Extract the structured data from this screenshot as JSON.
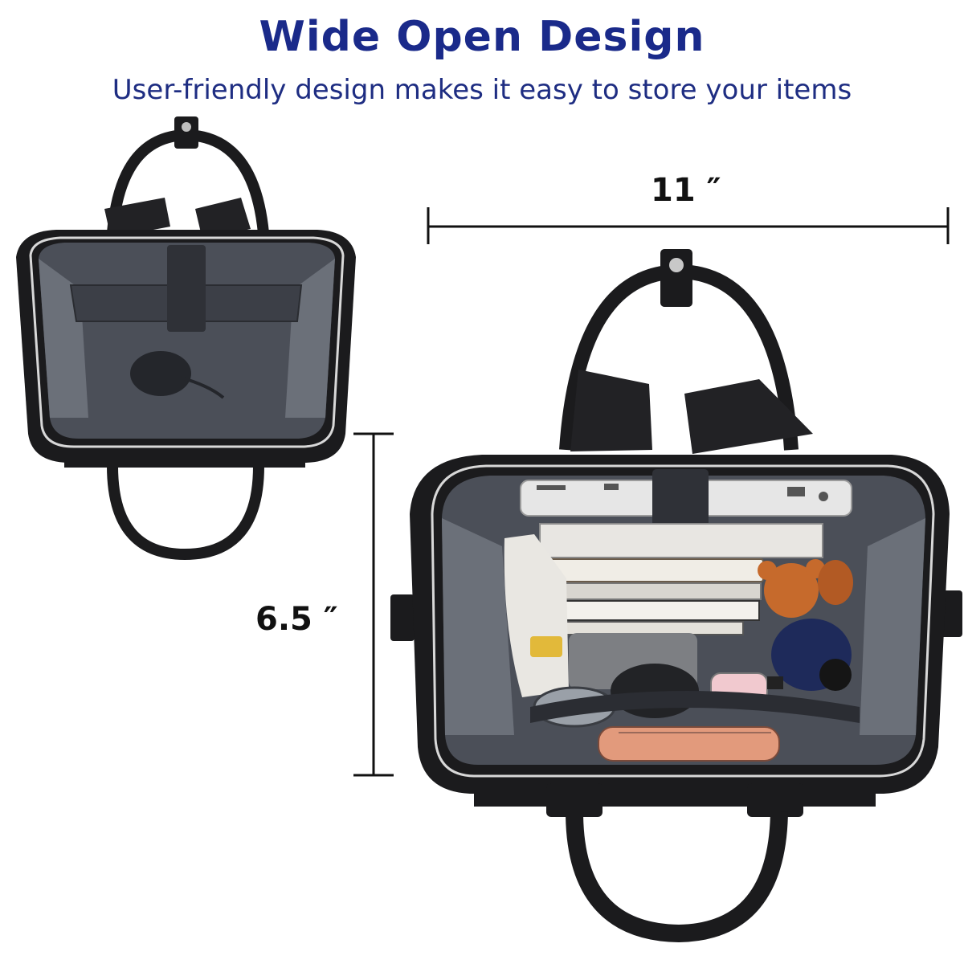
{
  "headline": "Wide Open Design",
  "subheadline": "User-friendly design makes it easy to store your items",
  "dimensions": {
    "width_label": "11 ″",
    "height_label": "6.5 ″"
  },
  "colors": {
    "headline": "#1a2a8a",
    "bag_body": "#1b1b1d",
    "lining": "#4b4f58",
    "lining_light": "#6b7079",
    "zipper_trim": "#d8d8d8"
  }
}
